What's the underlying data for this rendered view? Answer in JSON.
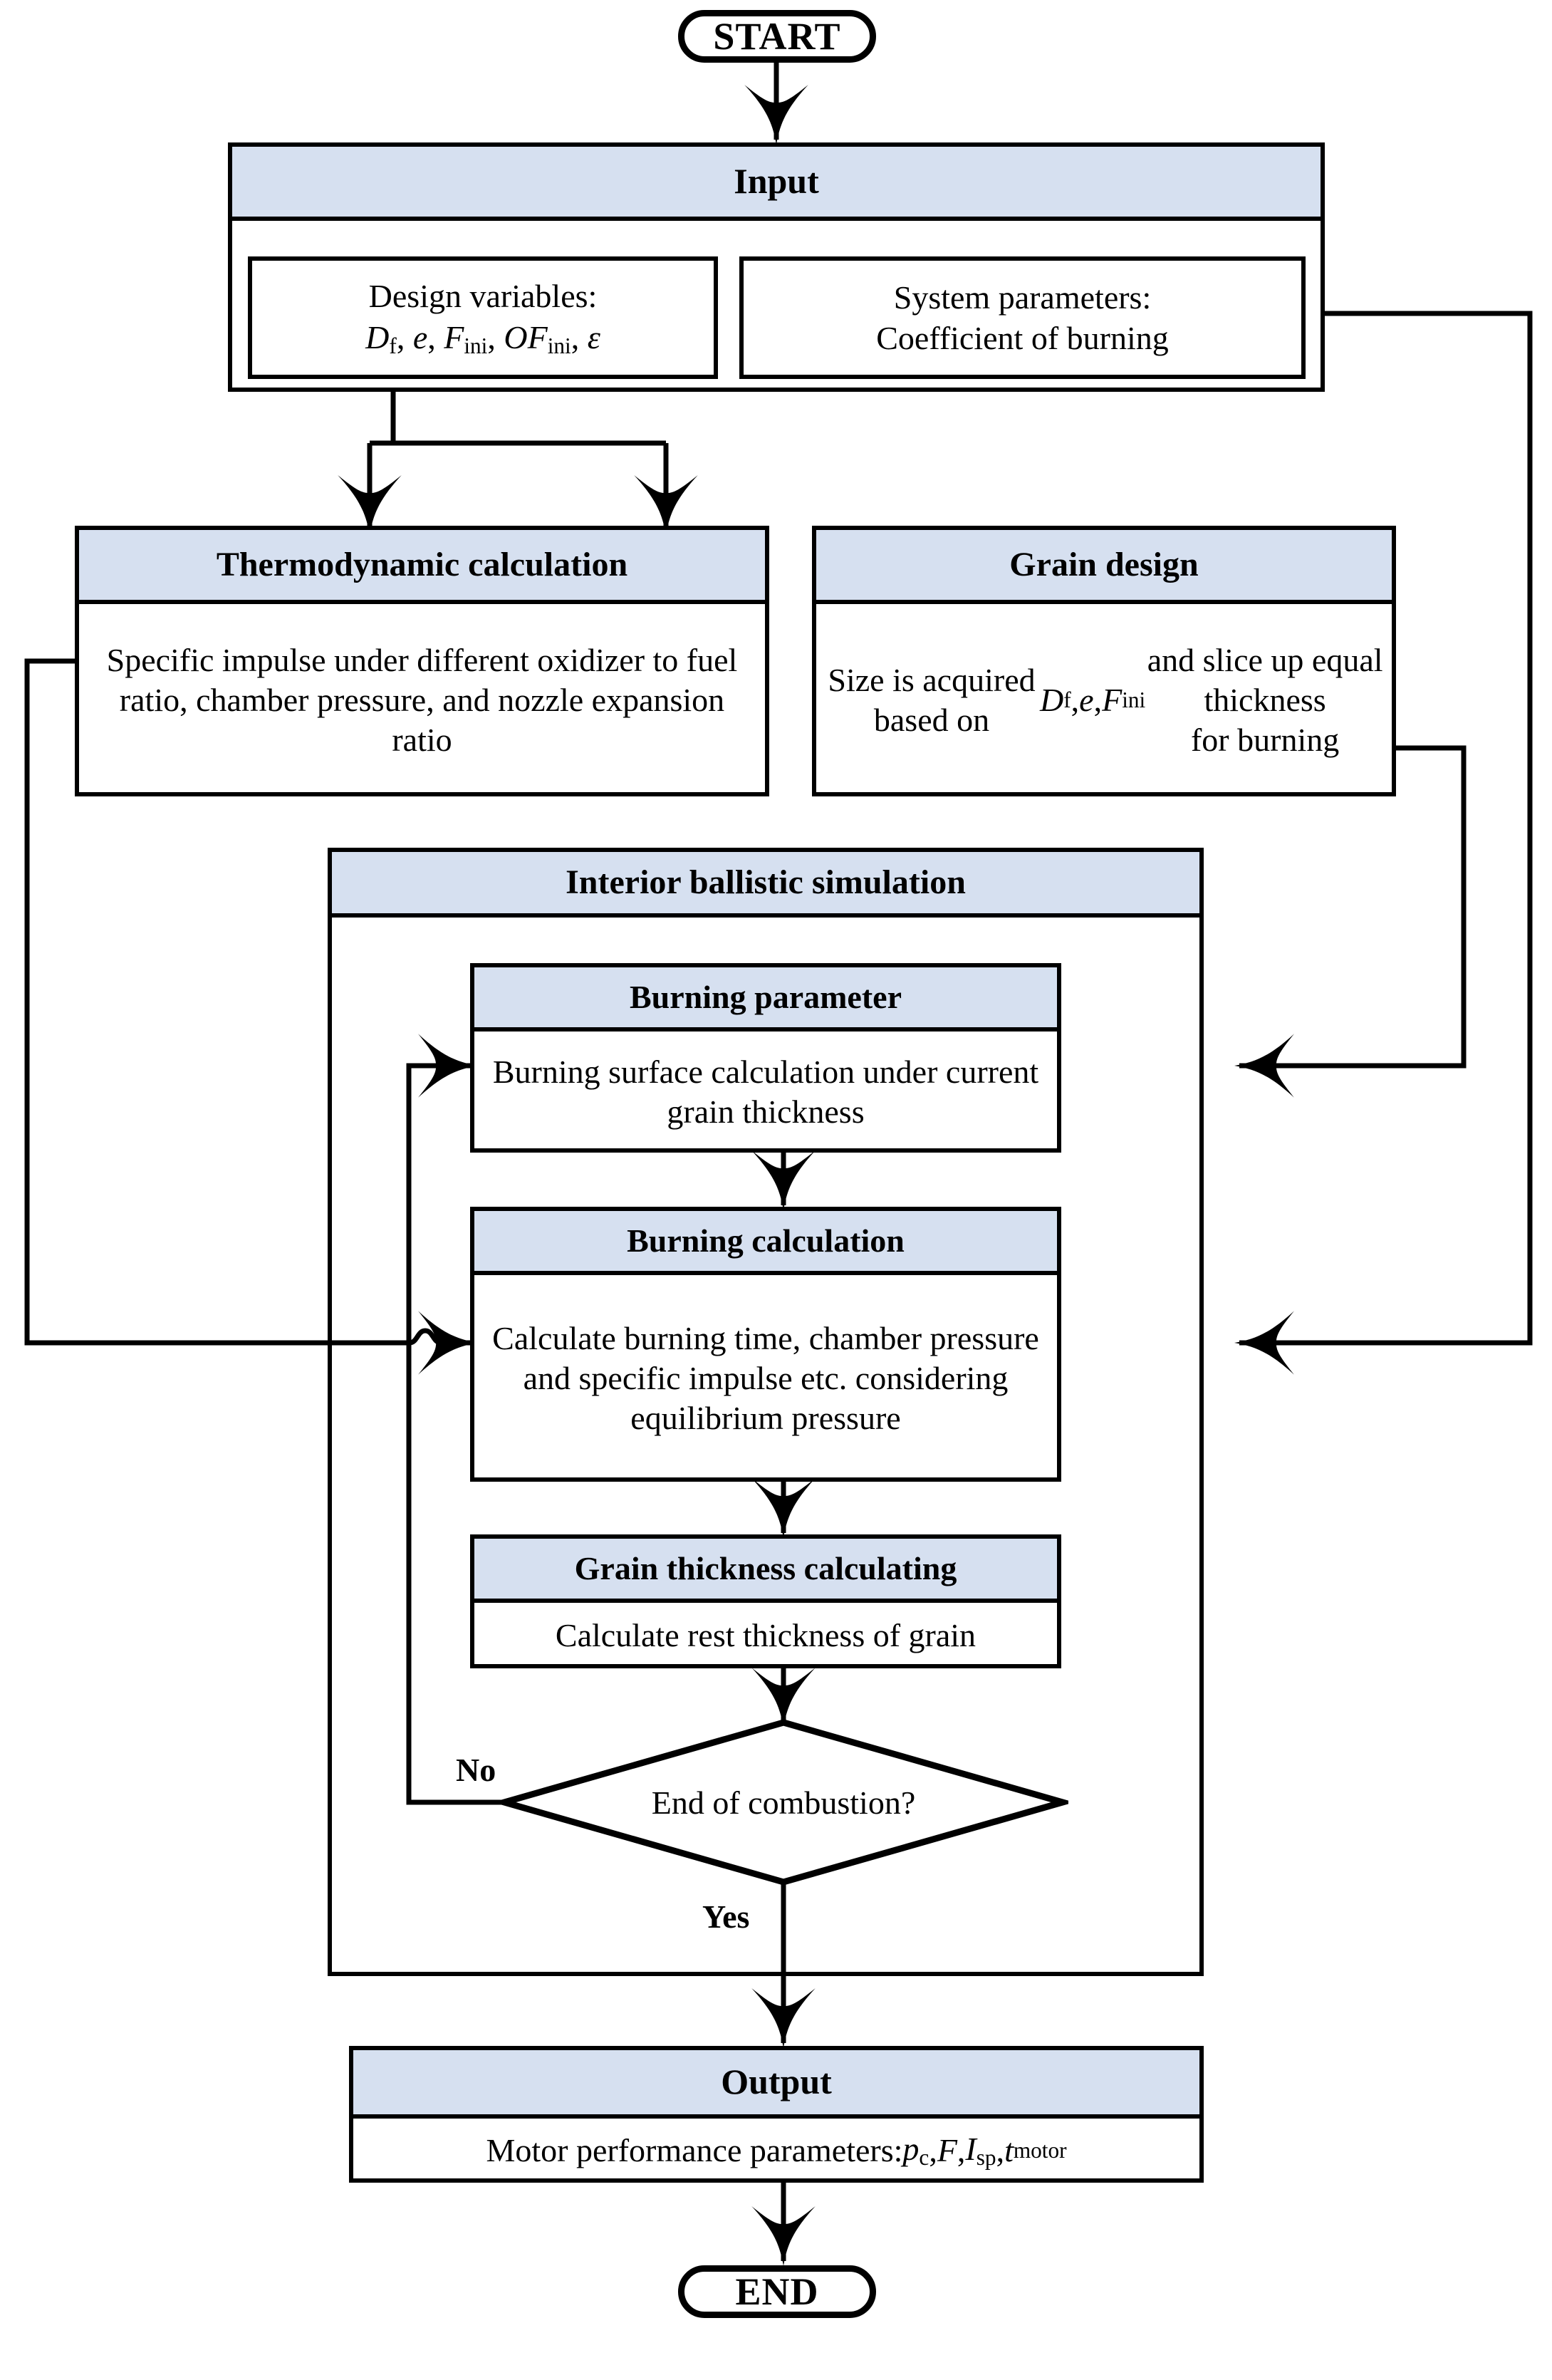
{
  "diagram": {
    "type": "flowchart",
    "title": "Hybrid rocket motor design and interior ballistic simulation flowchart",
    "accent_header_color": "#d6e0f0",
    "line_color": "#000000",
    "background_color": "#ffffff"
  },
  "terminals": {
    "start": "START",
    "end": "END"
  },
  "input": {
    "header": "Input",
    "design_variables": {
      "line1": "Design variables:",
      "line2_html": "<i>D</i><sub>f</sub>, <i>e</i>, <i>F</i><sub>ini</sub>, <i>OF</i><sub>ini</sub>, <i>ε</i>",
      "line2_plain": "Df, e, Fini, OFini, ε"
    },
    "system_parameters": {
      "line1": "System parameters:",
      "line2": "Coefficient of burning"
    }
  },
  "thermodynamic": {
    "header": "Thermodynamic calculation",
    "body": "Specific impulse under different oxidizer to fuel ratio, chamber pressure, and nozzle expansion ratio"
  },
  "grain_design": {
    "header": "Grain design",
    "body_html": "Size is acquired based on <i>D</i><sub>f</sub>, <i>e</i>, <i>F</i><sub>ini</sub> and slice up equal thickness for burning",
    "body_plain": "Size is acquired based on Df, e, Fini and slice up equal thickness for burning"
  },
  "interior_ballistic": {
    "header": "Interior ballistic simulation",
    "burning_parameter": {
      "header": "Burning parameter",
      "body": "Burning surface calculation under current grain thickness"
    },
    "burning_calculation": {
      "header": "Burning calculation",
      "body": "Calculate burning time, chamber pressure and specific impulse etc. considering equilibrium pressure"
    },
    "grain_thickness": {
      "header": "Grain thickness calculating",
      "body": "Calculate rest thickness of grain"
    },
    "decision": {
      "text": "End of combustion?",
      "label_no": "No",
      "label_yes": "Yes"
    }
  },
  "output": {
    "header": "Output",
    "body_html": "Motor performance parameters: <i>p<sub>c</sub></i>, <i>F</i>, <i>I<sub>sp</sub></i>, <i>t</i><sub>motor</sub>",
    "body_plain": "Motor performance parameters: pc, F, Isp, tmotor"
  }
}
